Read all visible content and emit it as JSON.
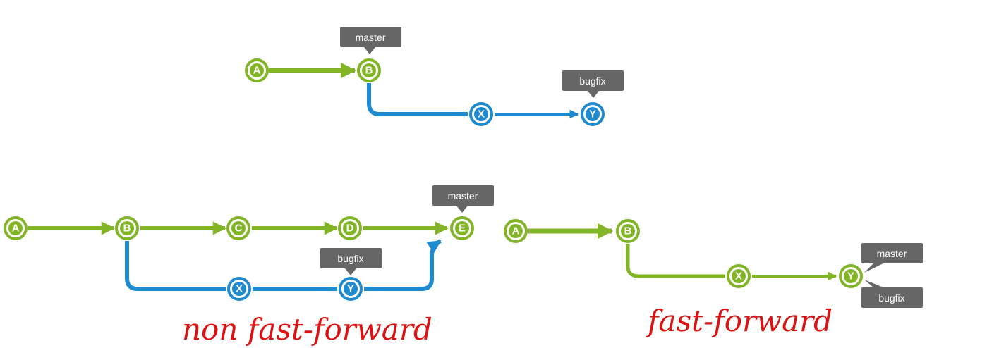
{
  "colors": {
    "master_branch": "#82b525",
    "bugfix_branch": "#1e8ad0",
    "tag_fill": "#666666",
    "handwriting": "#dd1111"
  },
  "diagrams": {
    "top": {
      "nodes": {
        "a": "A",
        "b": "B",
        "x": "X",
        "y": "Y"
      },
      "tags": {
        "master": "master",
        "bugfix": "bugfix"
      }
    },
    "non_ff": {
      "nodes": {
        "a": "A",
        "b": "B",
        "c": "C",
        "d": "D",
        "e": "E",
        "x": "X",
        "y": "Y"
      },
      "tags": {
        "master": "master",
        "bugfix": "bugfix"
      },
      "caption": "non fast-forward"
    },
    "ff": {
      "nodes": {
        "a": "A",
        "b": "B",
        "x": "X",
        "y": "Y"
      },
      "tags": {
        "master": "master",
        "bugfix": "bugfix"
      },
      "caption": "fast-forward"
    }
  }
}
